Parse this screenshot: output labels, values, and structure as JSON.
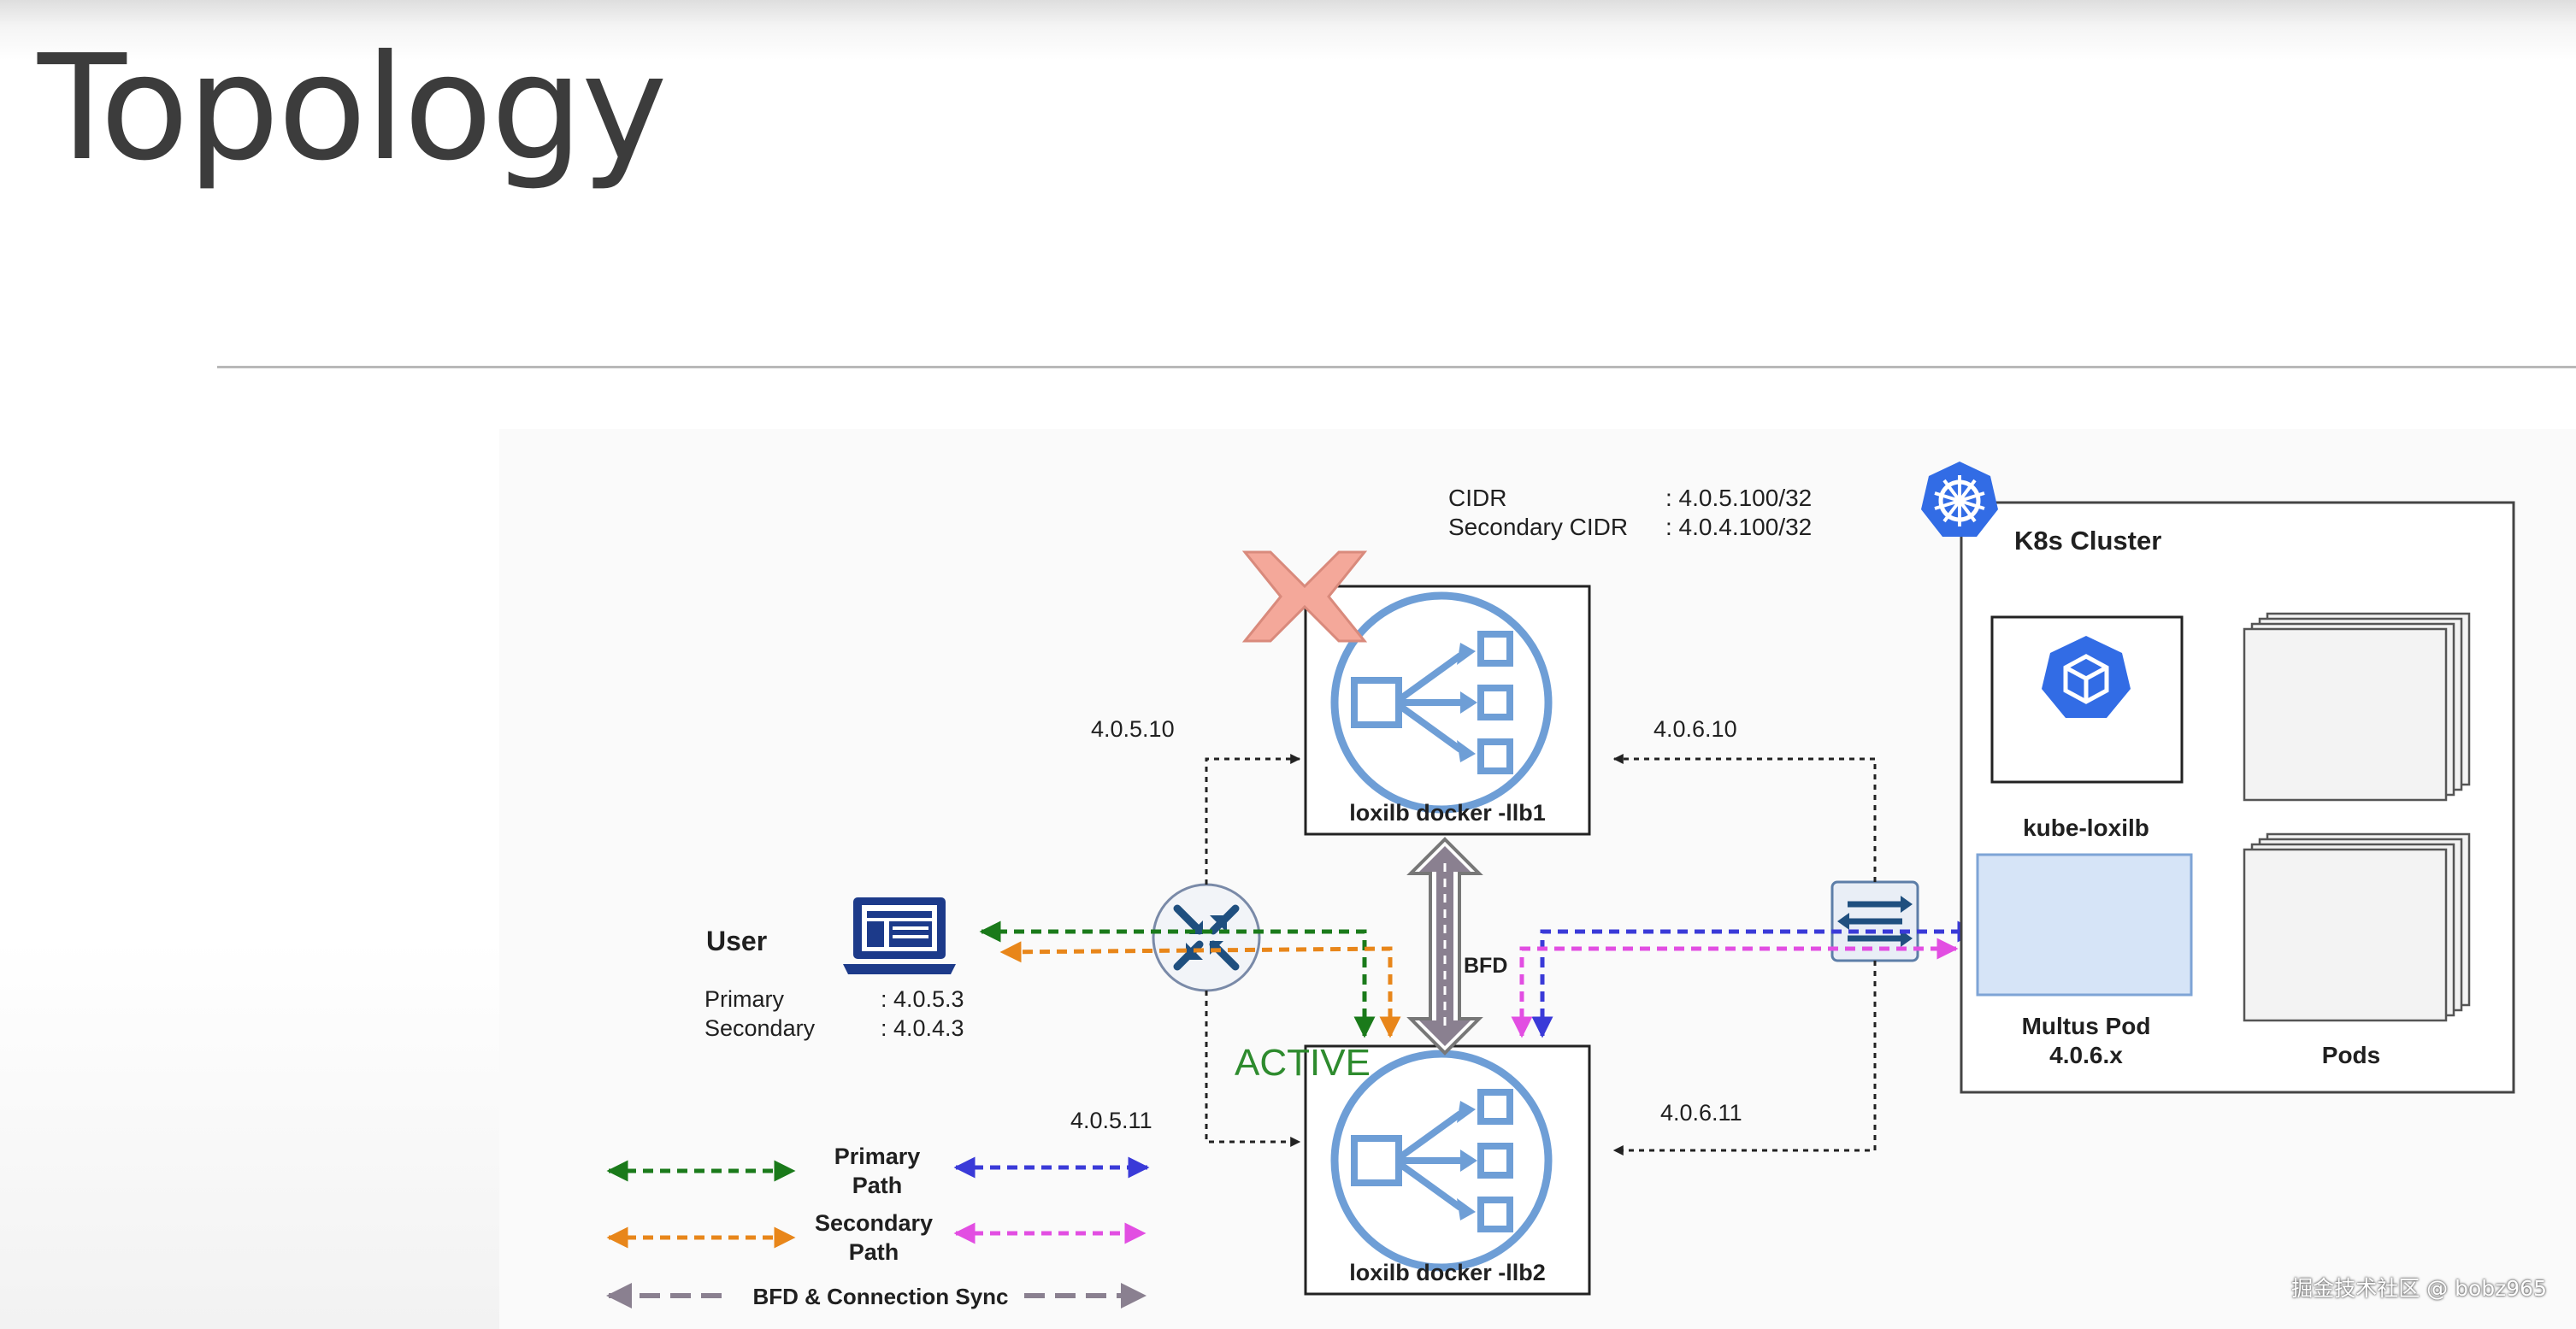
{
  "slide": {
    "title": "Topology"
  },
  "cidr": {
    "primary_label": "CIDR",
    "primary_value": ": 4.0.5.100/32",
    "secondary_label": "Secondary CIDR",
    "secondary_value": ": 4.0.4.100/32"
  },
  "llb1": {
    "label": "loxilb docker -llb1",
    "left_ip": "4.0.5.10",
    "right_ip": "4.0.6.10"
  },
  "llb2": {
    "label": "loxilb docker -llb2",
    "left_ip": "4.0.5.11",
    "right_ip": "4.0.6.11",
    "status": "ACTIVE"
  },
  "link": {
    "bfd_label": "BFD"
  },
  "user": {
    "title": "User",
    "primary_label": "Primary",
    "primary_value": ": 4.0.5.3",
    "secondary_label": "Secondary",
    "secondary_value": ": 4.0.4.3"
  },
  "k8s": {
    "title": "K8s Cluster",
    "kube_loxilb_label": "kube-loxilb",
    "multus_label_line1": "Multus Pod",
    "multus_label_line2": "4.0.6.x",
    "pods_label": "Pods"
  },
  "legend": {
    "primary_line1": "Primary",
    "primary_line2": "Path",
    "secondary_line1": "Secondary",
    "secondary_line2": "Path",
    "bfd_sync": "BFD & Connection Sync"
  },
  "watermark": "掘金技术社区 @ bobz965",
  "colors": {
    "green_path": "#1a7a1a",
    "orange_path": "#e8861a",
    "blue_path": "#3a3ad8",
    "magenta_path": "#e24ee2",
    "bfd_gray": "#8a8090",
    "active_green": "#2e8b2e",
    "loxilb_blue": "#6e9ed6",
    "k8s_blue": "#326ce5",
    "failed_x": "#f4a89a"
  },
  "icons": [
    "failed-x-icon",
    "load-balancer-icon",
    "router-icon",
    "switch-icon",
    "laptop-icon",
    "kubernetes-helm-icon",
    "kube-cube-icon",
    "pods-stack-icon"
  ]
}
